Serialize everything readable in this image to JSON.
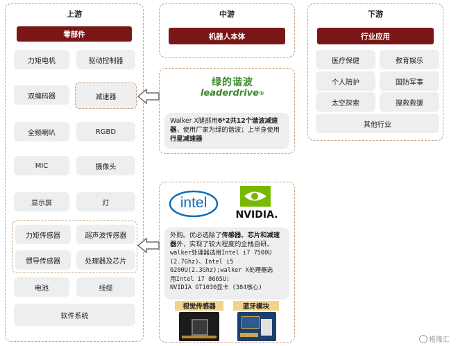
{
  "upstream": {
    "title": "上游",
    "header": "零部件",
    "items": [
      "力矩电机",
      "驱动控制器",
      "双编码器",
      "减速器",
      "全频喇叭",
      "RGBD",
      "MIC",
      "摄像头",
      "显示屏",
      "灯",
      "力矩传感器",
      "超声波传感器",
      "惯导传感器",
      "处理器及芯片",
      "电池",
      "线缆",
      "软件系统"
    ]
  },
  "midstream": {
    "title": "中游",
    "header": "机器人本体",
    "reducer_card": {
      "logo_cn": "绿的谐波",
      "logo_en": "leaderdrive",
      "logo_mark": "®",
      "parts": [
        {
          "text": "Walker X腿部用",
          "bold": false
        },
        {
          "text": "6*2共12个谐波减速器",
          "bold": true
        },
        {
          "text": "，使用厂家为绿的谐波；上半身使用",
          "bold": false
        },
        {
          "text": "行星减速器",
          "bold": true
        }
      ]
    },
    "chip_card": {
      "intel_logo": "intel",
      "nvidia_logo": "NVIDIA.",
      "parts": [
        {
          "text": "外购。优必选除了",
          "bold": false
        },
        {
          "text": "传感器、芯片和减速器",
          "bold": true
        },
        {
          "text": "外，实现了较大程度的全栈自研。",
          "bold": false
        }
      ],
      "spec_lines": [
        "walker处理器选用Intel i7 7500U",
        "(2.7Ghz)、Intel i5",
        "6200U(2.3Ghz);walker X处理器选",
        "用Intel i7 8665U;",
        "NVIDIA GT1030显卡 (384核心)"
      ],
      "modules": [
        "视觉传感器",
        "蓝牙模块"
      ]
    }
  },
  "downstream": {
    "title": "下游",
    "header": "行业应用",
    "items": [
      "医疗保健",
      "教育娱乐",
      "个人陪护",
      "国防军事",
      "太空探索",
      "搜救救援",
      "其他行业"
    ]
  },
  "watermark": "格隆汇",
  "colors": {
    "header": "#7a1716",
    "border": "#c9a07c",
    "cell": "#eeeeee",
    "module_label": "#f1d38a",
    "logo_green": "#3a8a2a",
    "intel_blue": "#0b6fb8",
    "nvidia_green": "#76b900"
  }
}
